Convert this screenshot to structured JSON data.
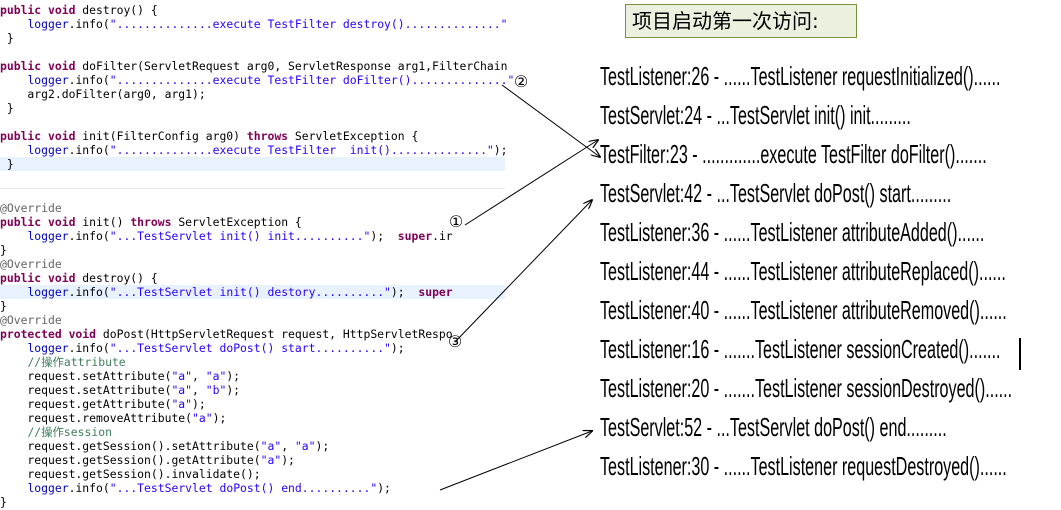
{
  "title": "项目启动第一次访问:",
  "filter_code": [
    [
      [
        "kw",
        "public void "
      ],
      [
        "pl",
        "destroy() {"
      ]
    ],
    [
      [
        "pl",
        "    "
      ],
      [
        "fld",
        "logger"
      ],
      [
        "pl",
        ".info("
      ],
      [
        "str",
        "\"..............execute TestFilter destroy()..............\""
      ]
    ],
    [
      [
        "pl",
        " }"
      ]
    ],
    [
      [
        "pl",
        ""
      ]
    ],
    [
      [
        "kw",
        "public void "
      ],
      [
        "pl",
        "doFilter(ServletRequest arg0, ServletResponse arg1,FilterChain"
      ]
    ],
    [
      [
        "pl",
        "    "
      ],
      [
        "fld",
        "logger"
      ],
      [
        "pl",
        ".info("
      ],
      [
        "str",
        "\"..............execute TestFilter doFilter()..............\""
      ]
    ],
    [
      [
        "pl",
        "    arg2.doFilter(arg0, arg1);"
      ]
    ],
    [
      [
        "pl",
        " }"
      ]
    ],
    [
      [
        "pl",
        ""
      ]
    ],
    [
      [
        "kw",
        "public void "
      ],
      [
        "pl",
        "init(FilterConfig arg0) "
      ],
      [
        "kw",
        "throws "
      ],
      [
        "pl",
        "ServletException {"
      ]
    ],
    [
      [
        "pl",
        "    "
      ],
      [
        "fld",
        "logger"
      ],
      [
        "pl",
        ".info("
      ],
      [
        "str",
        "\"..............execute TestFilter  init()..............\""
      ],
      [
        "pl",
        ");"
      ]
    ],
    [
      [
        "pl",
        " }"
      ]
    ]
  ],
  "servlet_code": [
    [
      [
        "ann",
        "@Override"
      ]
    ],
    [
      [
        "kw",
        "public void "
      ],
      [
        "pl",
        "init() "
      ],
      [
        "kw",
        "throws "
      ],
      [
        "pl",
        "ServletException {"
      ]
    ],
    [
      [
        "pl",
        "    "
      ],
      [
        "fld",
        "logger"
      ],
      [
        "pl",
        ".info("
      ],
      [
        "str",
        "\"...TestServlet init() init..........\""
      ],
      [
        "pl",
        ");  "
      ],
      [
        "kw",
        "super"
      ],
      [
        "pl",
        ".ir"
      ]
    ],
    [
      [
        "pl",
        "}"
      ]
    ],
    [
      [
        "ann",
        "@Override"
      ]
    ],
    [
      [
        "kw",
        "public void "
      ],
      [
        "pl",
        "destroy() {"
      ]
    ],
    [
      [
        "pl",
        "    "
      ],
      [
        "fld",
        "logger"
      ],
      [
        "pl",
        ".info("
      ],
      [
        "str",
        "\"...TestServlet init() destory..........\""
      ],
      [
        "pl",
        ");  "
      ],
      [
        "kw",
        "super"
      ]
    ],
    [
      [
        "pl",
        "}"
      ]
    ],
    [
      [
        "ann",
        "@Override"
      ]
    ],
    [
      [
        "kw",
        "protected void "
      ],
      [
        "pl",
        "doPost(HttpServletRequest request, HttpServletRespo"
      ]
    ],
    [
      [
        "pl",
        "    "
      ],
      [
        "fld",
        "logger"
      ],
      [
        "pl",
        ".info("
      ],
      [
        "str",
        "\"...TestServlet doPost() start..........\""
      ],
      [
        "pl",
        ");"
      ]
    ],
    [
      [
        "pl",
        "    "
      ],
      [
        "cmt",
        "//操作attribute"
      ]
    ],
    [
      [
        "pl",
        "    request.setAttribute("
      ],
      [
        "str",
        "\"a\""
      ],
      [
        "pl",
        ", "
      ],
      [
        "str",
        "\"a\""
      ],
      [
        "pl",
        ");"
      ]
    ],
    [
      [
        "pl",
        "    request.setAttribute("
      ],
      [
        "str",
        "\"a\""
      ],
      [
        "pl",
        ", "
      ],
      [
        "str",
        "\"b\""
      ],
      [
        "pl",
        ");"
      ]
    ],
    [
      [
        "pl",
        "    request.getAttribute("
      ],
      [
        "str",
        "\"a\""
      ],
      [
        "pl",
        ");"
      ]
    ],
    [
      [
        "pl",
        "    request.removeAttribute("
      ],
      [
        "str",
        "\"a\""
      ],
      [
        "pl",
        ");"
      ]
    ],
    [
      [
        "pl",
        "    "
      ],
      [
        "cmt",
        "//操作session"
      ]
    ],
    [
      [
        "pl",
        "    request.getSession().setAttribute("
      ],
      [
        "str",
        "\"a\""
      ],
      [
        "pl",
        ", "
      ],
      [
        "str",
        "\"a\""
      ],
      [
        "pl",
        ");"
      ]
    ],
    [
      [
        "pl",
        "    request.getSession().getAttribute("
      ],
      [
        "str",
        "\"a\""
      ],
      [
        "pl",
        ");"
      ]
    ],
    [
      [
        "pl",
        "    request.getSession().invalidate();"
      ]
    ],
    [
      [
        "pl",
        "    "
      ],
      [
        "fld",
        "logger"
      ],
      [
        "pl",
        ".info("
      ],
      [
        "str",
        "\"...TestServlet doPost() end..........\""
      ],
      [
        "pl",
        ");"
      ]
    ],
    [
      [
        "pl",
        "}"
      ]
    ]
  ],
  "log_lines": [
    "TestListener:26 - ......TestListener requestInitialized()......",
    "TestServlet:24 - ...TestServlet init() init.........",
    "TestFilter:23 - .............execute TestFilter doFilter().......",
    "TestServlet:42 - ...TestServlet doPost() start.........",
    "TestListener:36 - ......TestListener attributeAdded()......",
    "TestListener:44 - ......TestListener attributeReplaced()......",
    "TestListener:40 - ......TestListener attributeRemoved()......",
    "TestListener:16 - .......TestListener sessionCreated().......",
    "TestListener:20 - .......TestListener sessionDestroyed()......",
    "TestServlet:52 - ...TestServlet doPost() end.........",
    "TestListener:30 - ......TestListener requestDestroyed()......"
  ],
  "markers": [
    "①",
    "②",
    "③"
  ],
  "colors": {
    "keyword": "#7f0055",
    "string": "#2a00ff",
    "field": "#0000c0",
    "annotation": "#646464",
    "comment": "#3f7f5f",
    "line_highlight": "#e8f2fe",
    "title_bg": "#ebf1de",
    "title_border": "#77933c"
  }
}
